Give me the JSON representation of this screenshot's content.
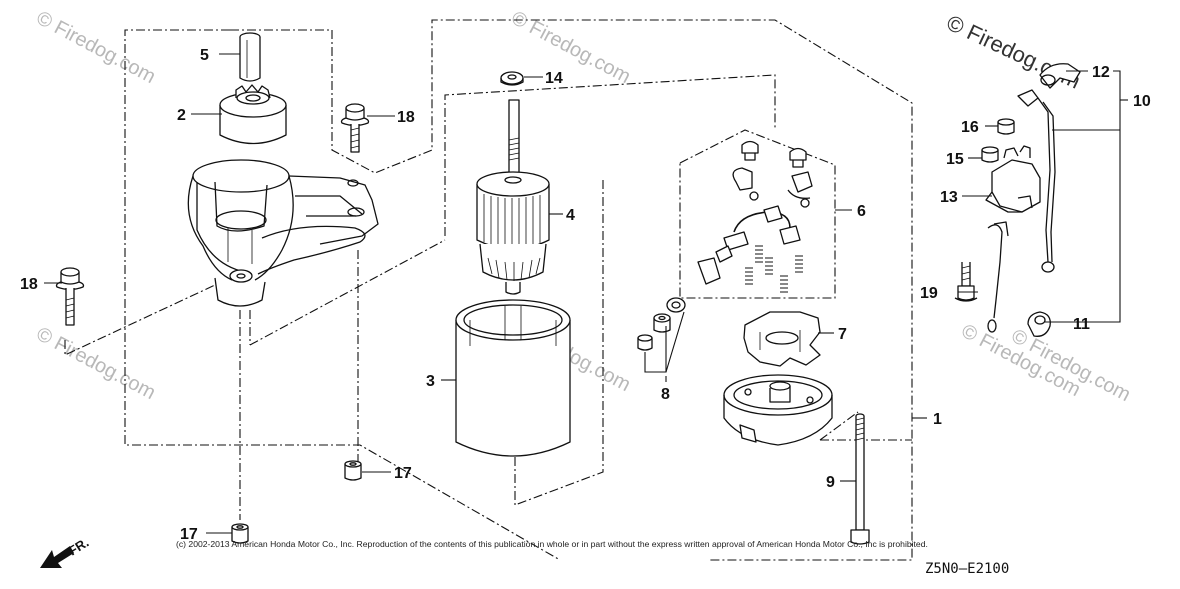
{
  "watermarks": [
    {
      "text": "© Firedog.com"
    },
    {
      "text": "© Firedog.com"
    },
    {
      "text": "© Firedog.com"
    },
    {
      "text": "© Firedog.com"
    },
    {
      "text": "© Firedog.com"
    },
    {
      "text": "© Firedog.com"
    },
    {
      "text": "© Firedog.com"
    }
  ],
  "parts": [
    {
      "key": "p1",
      "number": "1",
      "part": "starter-motor-assembly"
    },
    {
      "key": "p2",
      "number": "2",
      "part": "pinion-gear"
    },
    {
      "key": "p3",
      "number": "3",
      "part": "yoke"
    },
    {
      "key": "p4",
      "number": "4",
      "part": "armature"
    },
    {
      "key": "p5",
      "number": "5",
      "part": "shaft-sleeve"
    },
    {
      "key": "p6",
      "number": "6",
      "part": "brush-set"
    },
    {
      "key": "p7",
      "number": "7",
      "part": "brush-holder"
    },
    {
      "key": "p8",
      "number": "8",
      "part": "nut-washer"
    },
    {
      "key": "p9",
      "number": "9",
      "part": "through-bolt"
    },
    {
      "key": "p10",
      "number": "10",
      "part": "solenoid-assembly"
    },
    {
      "key": "p11",
      "number": "11",
      "part": "terminal-cover"
    },
    {
      "key": "p12",
      "number": "12",
      "part": "terminal-boot"
    },
    {
      "key": "p13",
      "number": "13",
      "part": "solenoid"
    },
    {
      "key": "p14",
      "number": "14",
      "part": "washer"
    },
    {
      "key": "p15",
      "number": "15",
      "part": "nut"
    },
    {
      "key": "p16",
      "number": "16",
      "part": "nut"
    },
    {
      "key": "p17a",
      "number": "17",
      "part": "collar"
    },
    {
      "key": "p17b",
      "number": "17",
      "part": "collar"
    },
    {
      "key": "p18a",
      "number": "18",
      "part": "flange-bolt"
    },
    {
      "key": "p18b",
      "number": "18",
      "part": "flange-bolt"
    },
    {
      "key": "p19",
      "number": "19",
      "part": "bolt"
    }
  ],
  "copyright": "(c) 2002-2013 American Honda Motor Co., Inc. Reproduction of the contents of this publication in whole or in part without the express written approval of American Honda Motor Co., Inc is prohibited.",
  "diagram_code": "Z5N0—E2100",
  "direction_label": "FR."
}
